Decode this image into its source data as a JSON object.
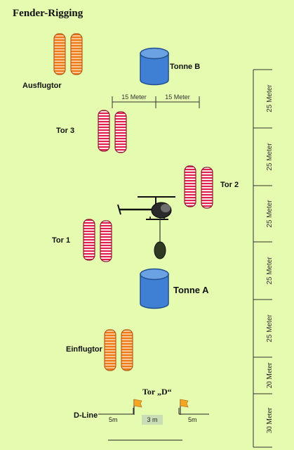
{
  "title": "Fender-Rigging",
  "labels": {
    "ausflugtor": "Ausflugtor",
    "tonne_b": "Tonne B",
    "tor3": "Tor 3",
    "tor2": "Tor 2",
    "tor1": "Tor 1",
    "tonne_a": "Tonne A",
    "einflugtor": "Einflugtor",
    "tor_d": "Tor „D“",
    "d_line": "D-Line"
  },
  "horizontal_measures": {
    "left": "15 Meter",
    "right": "15 Meter"
  },
  "vertical_measures": [
    "25 Meter",
    "25 Meter",
    "25 Meter",
    "25 Meter",
    "25 Meter",
    "20 Meter",
    "30 Meter"
  ],
  "d_line_measures": {
    "left": "5m",
    "center": "3 m",
    "right": "5m"
  },
  "colors": {
    "background": "#e5fbb0",
    "barrel": "#3f7fd4",
    "gate_orange": "#f07818",
    "gate_red": "#e0204a",
    "flag": "#f5a623"
  }
}
